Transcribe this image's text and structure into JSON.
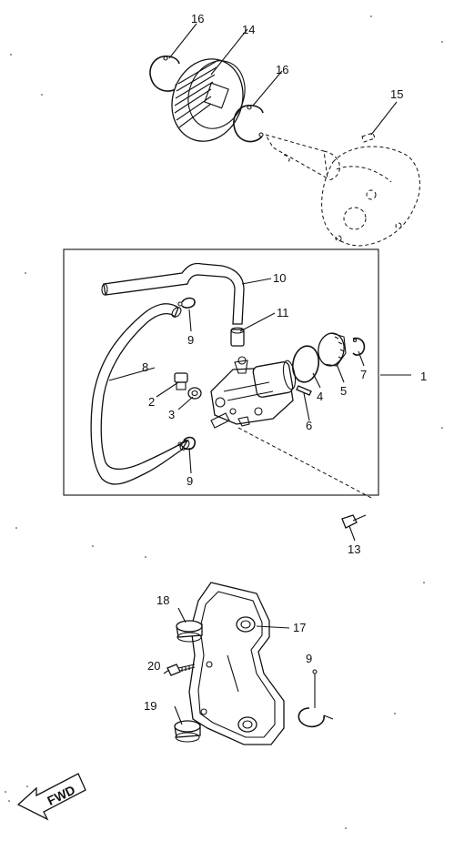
{
  "callouts": {
    "c1": "1",
    "c2": "2",
    "c3": "3",
    "c4": "4",
    "c5": "5",
    "c6": "6",
    "c7": "7",
    "c8": "8",
    "c9a": "9",
    "c9b": "9",
    "c9c": "9",
    "c10": "10",
    "c11": "11",
    "c13": "13",
    "c14": "14",
    "c15": "15",
    "c16a": "16",
    "c16b": "16",
    "c17": "17",
    "c18": "18",
    "c19": "19",
    "c20": "20"
  },
  "fwd_badge": "FWD",
  "colors": {
    "ink": "#111111",
    "paper": "#ffffff"
  }
}
